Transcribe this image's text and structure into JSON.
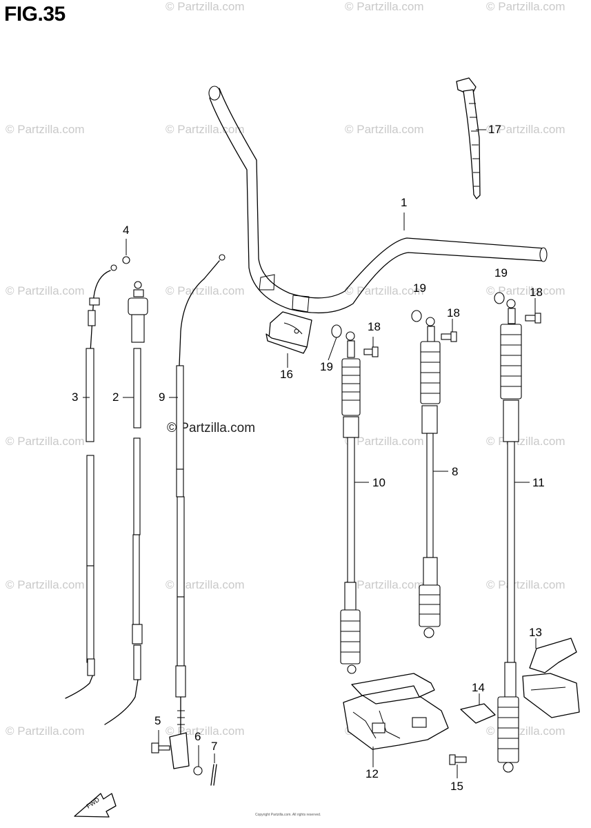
{
  "figure": {
    "title": "FIG.35"
  },
  "watermark": {
    "text": "© Partzilla.com",
    "center_text": "© Partzilla.com"
  },
  "callouts": {
    "c1": "1",
    "c2": "2",
    "c3": "3",
    "c4": "4",
    "c5": "5",
    "c6": "6",
    "c7": "7",
    "c8": "8",
    "c9": "9",
    "c10": "10",
    "c11": "11",
    "c12": "12",
    "c13": "13",
    "c14": "14",
    "c15": "15",
    "c16": "16",
    "c17": "17",
    "c18a": "18",
    "c18b": "18",
    "c18c": "18",
    "c19a": "19",
    "c19b": "19",
    "c19c": "19"
  },
  "fwd_label": "FWD",
  "footer": "Copyright Partzilla.com. All rights reserved."
}
